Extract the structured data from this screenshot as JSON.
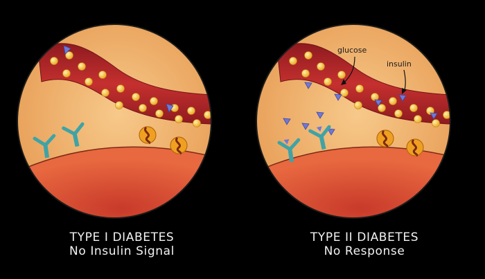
{
  "panels": [
    {
      "id": "type1",
      "title": "TYPE I DIABETES",
      "subtitle": "No Insulin Signal",
      "labels": []
    },
    {
      "id": "type2",
      "title": "TYPE II DIABETES",
      "subtitle": "No Response",
      "labels": [
        {
          "key": "glucose",
          "text": "glucose"
        },
        {
          "key": "insulin",
          "text": "insulin"
        }
      ]
    }
  ],
  "colors": {
    "background": "#000000",
    "tissue": "#f1b46c",
    "vessel": "#b8252a",
    "cell": "#dd5a3a",
    "glucose": "#f7c23a",
    "insulin": "#6f79d6",
    "receptor": "#3fa3a6",
    "transporter": "#f0a020"
  },
  "icons": [
    "glucose-molecule-icon",
    "insulin-molecule-icon",
    "insulin-receptor-icon",
    "glucose-transporter-icon"
  ]
}
